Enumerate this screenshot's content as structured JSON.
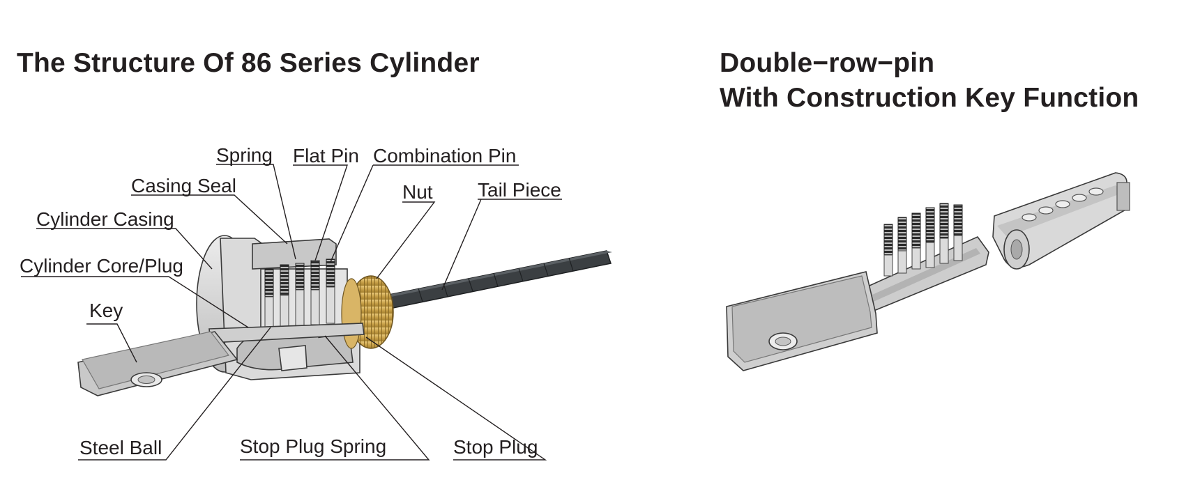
{
  "titles": {
    "left": "The Structure Of 86 Series Cylinder",
    "right_line1": "Double−row−pin",
    "right_line2": "With Construction Key Function"
  },
  "labels": {
    "spring": "Spring",
    "flat_pin": "Flat Pin",
    "combination_pin": "Combination Pin",
    "casing_seal": "Casing Seal",
    "nut": "Nut",
    "tail_piece": "Tail Piece",
    "cylinder_casing": "Cylinder Casing",
    "cylinder_core_plug": "Cylinder Core/Plug",
    "key": "Key",
    "steel_ball": "Steel Ball",
    "stop_plug_spring": "Stop Plug Spring",
    "stop_plug": "Stop Plug"
  },
  "colors": {
    "text": "#231f20",
    "metal": "#d4d4d4",
    "metal_dark": "#a8a8a8",
    "tailpiece": "#3b3f42",
    "brass": "#c9a24a",
    "spring": "#2b2b2b"
  }
}
